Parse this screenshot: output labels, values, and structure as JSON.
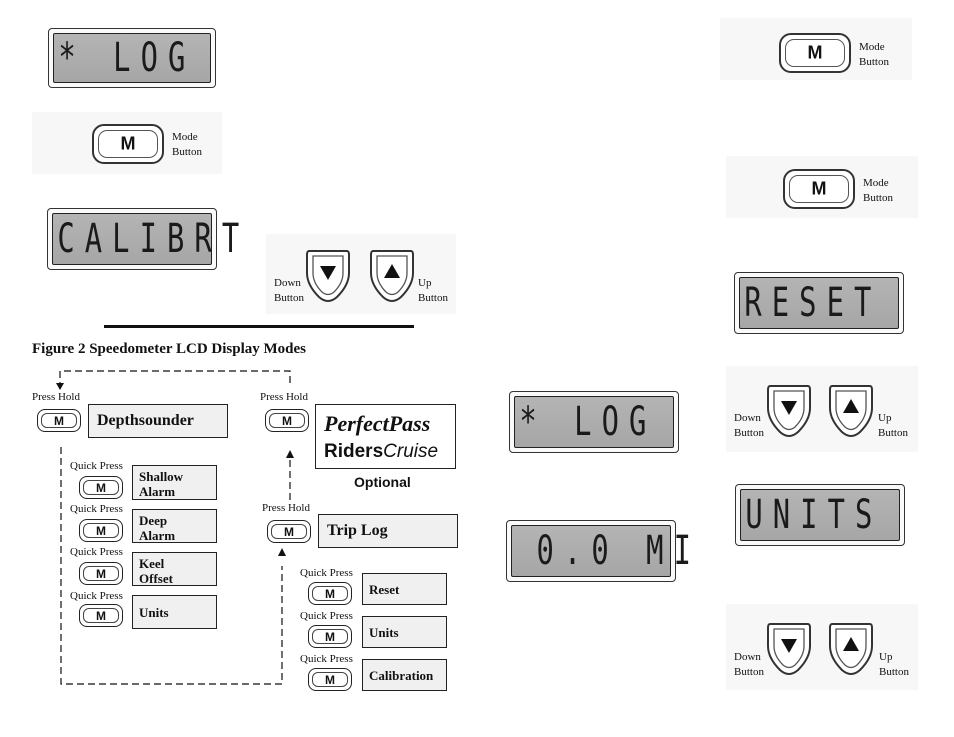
{
  "lcd": {
    "top_left_1": "* LOG",
    "top_left_2": "CALIBRT",
    "middle_1": "* LOG",
    "middle_2": "0.0 MI",
    "right_1": "RESET",
    "right_2": "UNITS"
  },
  "mode_button": {
    "key": "M",
    "caption_line1": "Mode",
    "caption_line2": "Button"
  },
  "updown": {
    "down_line1": "Down",
    "down_line2": "Button",
    "up_line1": "Up",
    "up_line2": "Button"
  },
  "figure": {
    "caption": "Figure 2  Speedometer LCD Display Modes",
    "press_hold": "Press Hold",
    "quick_press": "Quick Press",
    "key": "M",
    "depthsounder": "Depthsounder",
    "depth_items": [
      {
        "line1": "Shallow",
        "line2": "Alarm"
      },
      {
        "line1": "Deep",
        "line2": "Alarm"
      },
      {
        "line1": "Keel",
        "line2": "Offset"
      },
      {
        "line1": "Units",
        "line2": ""
      }
    ],
    "perfectpass": "PerfectPass",
    "riders": "Riders",
    "cruise": "Cruise",
    "optional": "Optional",
    "trip_log": "Trip Log",
    "trip_items": [
      "Reset",
      "Units",
      "Calibration"
    ]
  },
  "colors": {
    "lcd_background": "#a9a9a9",
    "box_fill": "#f0f0f0",
    "ink": "#111111"
  }
}
